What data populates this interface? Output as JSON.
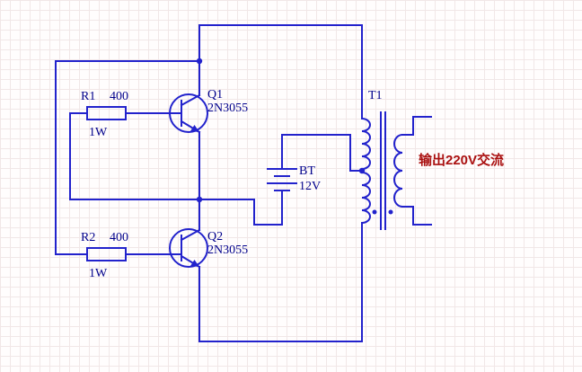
{
  "components": {
    "r1": {
      "ref": "R1",
      "value": "400",
      "power": "1W"
    },
    "r2": {
      "ref": "R2",
      "value": "400",
      "power": "1W"
    },
    "q1": {
      "ref": "Q1",
      "part": "2N3055"
    },
    "q2": {
      "ref": "Q2",
      "part": "2N3055"
    },
    "battery": {
      "ref": "BT",
      "value": "12V"
    },
    "transformer": {
      "ref": "T1"
    },
    "output": {
      "label": "输出220V交流"
    }
  },
  "colors": {
    "wire": "#2222cc",
    "label": "#00008b",
    "output_text": "#aa1111",
    "grid": "#f1e7e7",
    "background": "#fffdfd"
  }
}
